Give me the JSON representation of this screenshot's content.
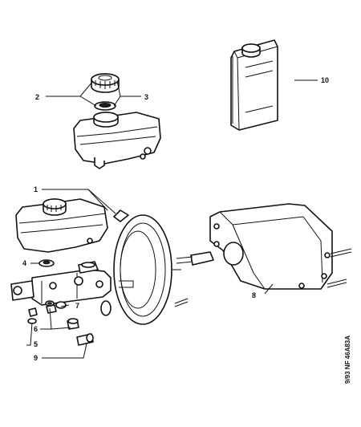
{
  "callouts": {
    "c1": "1",
    "c2": "2",
    "c3": "3",
    "c4": "4",
    "c5": "5",
    "c6": "6",
    "c7": "7",
    "c8": "8",
    "c9": "9",
    "c10": "10"
  },
  "reference_code": "9/93 NF 46A83A"
}
